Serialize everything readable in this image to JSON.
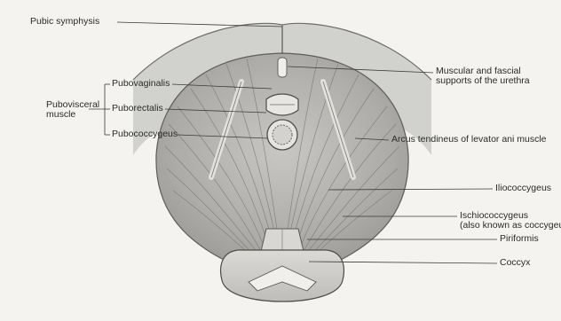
{
  "labels": {
    "pubic_symphysis": "Pubic symphysis",
    "pubovisceral_line1": "Pubovisceral",
    "pubovisceral_line2": "muscle",
    "pubovaginalis": "Pubovaginalis",
    "puborectalis": "Puborectalis",
    "pubococcygeus": "Pubococcygeus",
    "urethra_supports_line1": "Muscular and fascial",
    "urethra_supports_line2": "supports of the urethra",
    "arcus_tendineus": "Arcus tendineus of levator ani muscle",
    "iliococcygeus": "Iliococcygeus",
    "ischiococcygeus_line1": "Ischiococcygeus",
    "ischiococcygeus_line2": "(also known as coccygeus)",
    "piriformis": "Piriformis",
    "coccyx": "Coccyx"
  },
  "colors": {
    "background": "#f4f3ef",
    "pelvis_shade": "#c6c5c2",
    "muscle_body": "#a9a7a4",
    "muscle_light": "#d7d5d1",
    "muscle_fiber": "#7d7a76",
    "line": "#3a3a3a"
  }
}
